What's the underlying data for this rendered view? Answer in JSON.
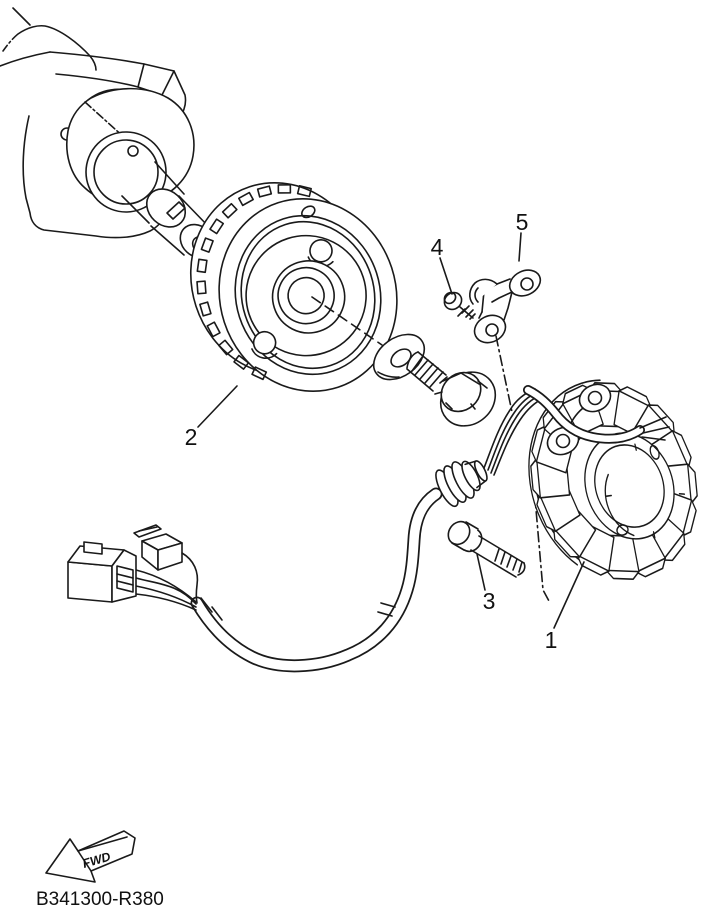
{
  "diagram": {
    "part_number": "B341300-R380",
    "fwd_label": "FWD",
    "labels": {
      "part1": "1",
      "part2": "2",
      "part3": "3",
      "part4": "4",
      "part5": "5"
    },
    "colors": {
      "line": "#1a1a1a",
      "background": "#ffffff"
    }
  }
}
